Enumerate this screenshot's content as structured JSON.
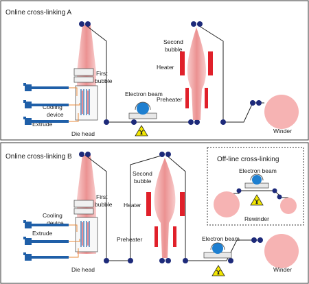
{
  "panel_a": {
    "title": "Online cross-linking A",
    "first_bubble": [
      "First",
      "bubble"
    ],
    "cooling_device": [
      "Cooling",
      "device"
    ],
    "extrude": "Extrude",
    "die_head": "Die head",
    "electron_beam": "Electron beam",
    "second_bubble": [
      "Second",
      "bubble"
    ],
    "heater": "Heater",
    "preheater": "Preheater",
    "winder": "Winder"
  },
  "panel_b": {
    "title": "Online cross-linking B",
    "first_bubble": [
      "First",
      "bubble"
    ],
    "cooling_device": [
      "Cooling",
      "device"
    ],
    "extrude": "Extrude",
    "die_head": "Die head",
    "second_bubble": [
      "Second",
      "bubble"
    ],
    "heater": "Heater",
    "preheater": "Preheater",
    "electron_beam": "Electron beam",
    "winder": "Winder",
    "offline": {
      "title": "Off-line cross-linking",
      "electron_beam": "Electron beam",
      "rewinder": "Rewinder"
    }
  },
  "colors": {
    "bubble": "#f4b6b6",
    "bubble_core": "#e86a6a",
    "heater": "#e0202a",
    "roller": "#1d2a7a",
    "winder": "#f6b3b3",
    "extruder": "#1f5fa8",
    "beam_dome": "#1e7fd0",
    "hazard": "#f2e600"
  }
}
